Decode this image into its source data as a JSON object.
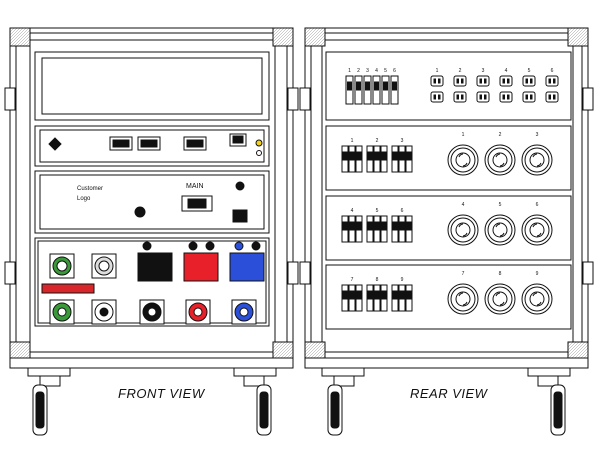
{
  "views": {
    "front": "FRONT VIEW",
    "rear": "REAR  VIEW"
  },
  "front_panel": {
    "customer_logo_line1": "Customer",
    "customer_logo_line2": "Logo",
    "main_label": "MAIN"
  },
  "rear_panel": {
    "row1_breakers": [
      "1",
      "2",
      "3",
      "4",
      "5",
      "6"
    ],
    "row1_outlets": [
      "1",
      "2",
      "3",
      "4",
      "5",
      "6"
    ],
    "row2_breakers": [
      "1",
      "2",
      "3"
    ],
    "row2_outlets": [
      "1",
      "2",
      "3"
    ],
    "row3_breakers": [
      "4",
      "5",
      "6"
    ],
    "row3_outlets": [
      "4",
      "5",
      "6"
    ],
    "row4_breakers": [
      "7",
      "8",
      "9"
    ],
    "row4_outlets": [
      "7",
      "8",
      "9"
    ]
  },
  "colors": {
    "line": "#111111",
    "camlock_red": "#e8202a",
    "camlock_blue": "#2b4fd8",
    "camlock_black": "#111111",
    "camlock_green": "#3a9a3a",
    "warning_red": "#d8262a",
    "led_yellow": "#f3d21a"
  }
}
